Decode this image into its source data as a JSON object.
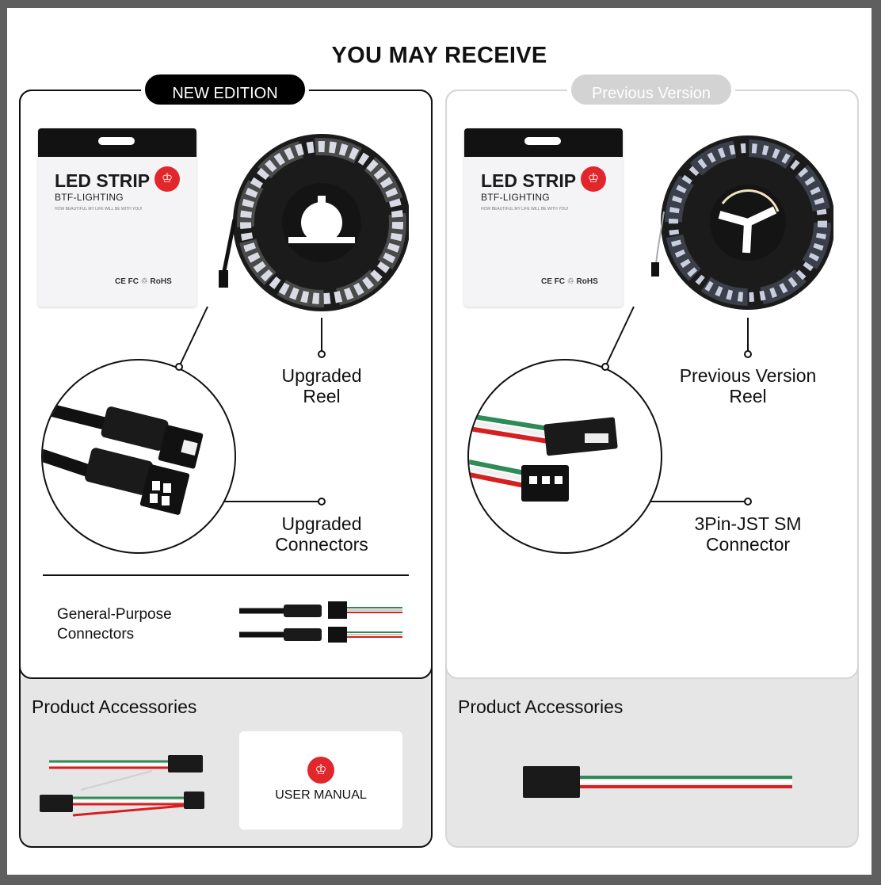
{
  "title": "YOU MAY RECEIVE",
  "left": {
    "badge": "NEW EDITION",
    "pouch": {
      "title": "LED STRIP",
      "brand": "BTF-LIGHTING",
      "slogan": "HOW BEAUTIFUL MY LIFE WILL BE WITH YOU!",
      "marks": "CE FC ♲ RoHS"
    },
    "reel_label_1": "Upgraded",
    "reel_label_2": "Reel",
    "connector_label_1": "Upgraded",
    "connector_label_2": "Connectors",
    "general_label_1": "General-Purpose",
    "general_label_2": "Connectors",
    "accessories_title": "Product Accessories",
    "manual_label": "USER MANUAL"
  },
  "right": {
    "badge": "Previous Version",
    "pouch": {
      "title": "LED STRIP",
      "brand": "BTF-LIGHTING",
      "slogan": "HOW BEAUTIFUL MY LIFE WILL BE WITH YOU!",
      "marks": "CE FC ♲ RoHS"
    },
    "reel_label_1": "Previous Version",
    "reel_label_2": "Reel",
    "connector_label_1": "3Pin-JST SM",
    "connector_label_2": "Connector",
    "accessories_title": "Product Accessories"
  },
  "colors": {
    "accent_red": "#e1262c",
    "wire_green": "#2e8b57",
    "badge_dark": "#000000",
    "badge_light": "#d3d3d3"
  }
}
